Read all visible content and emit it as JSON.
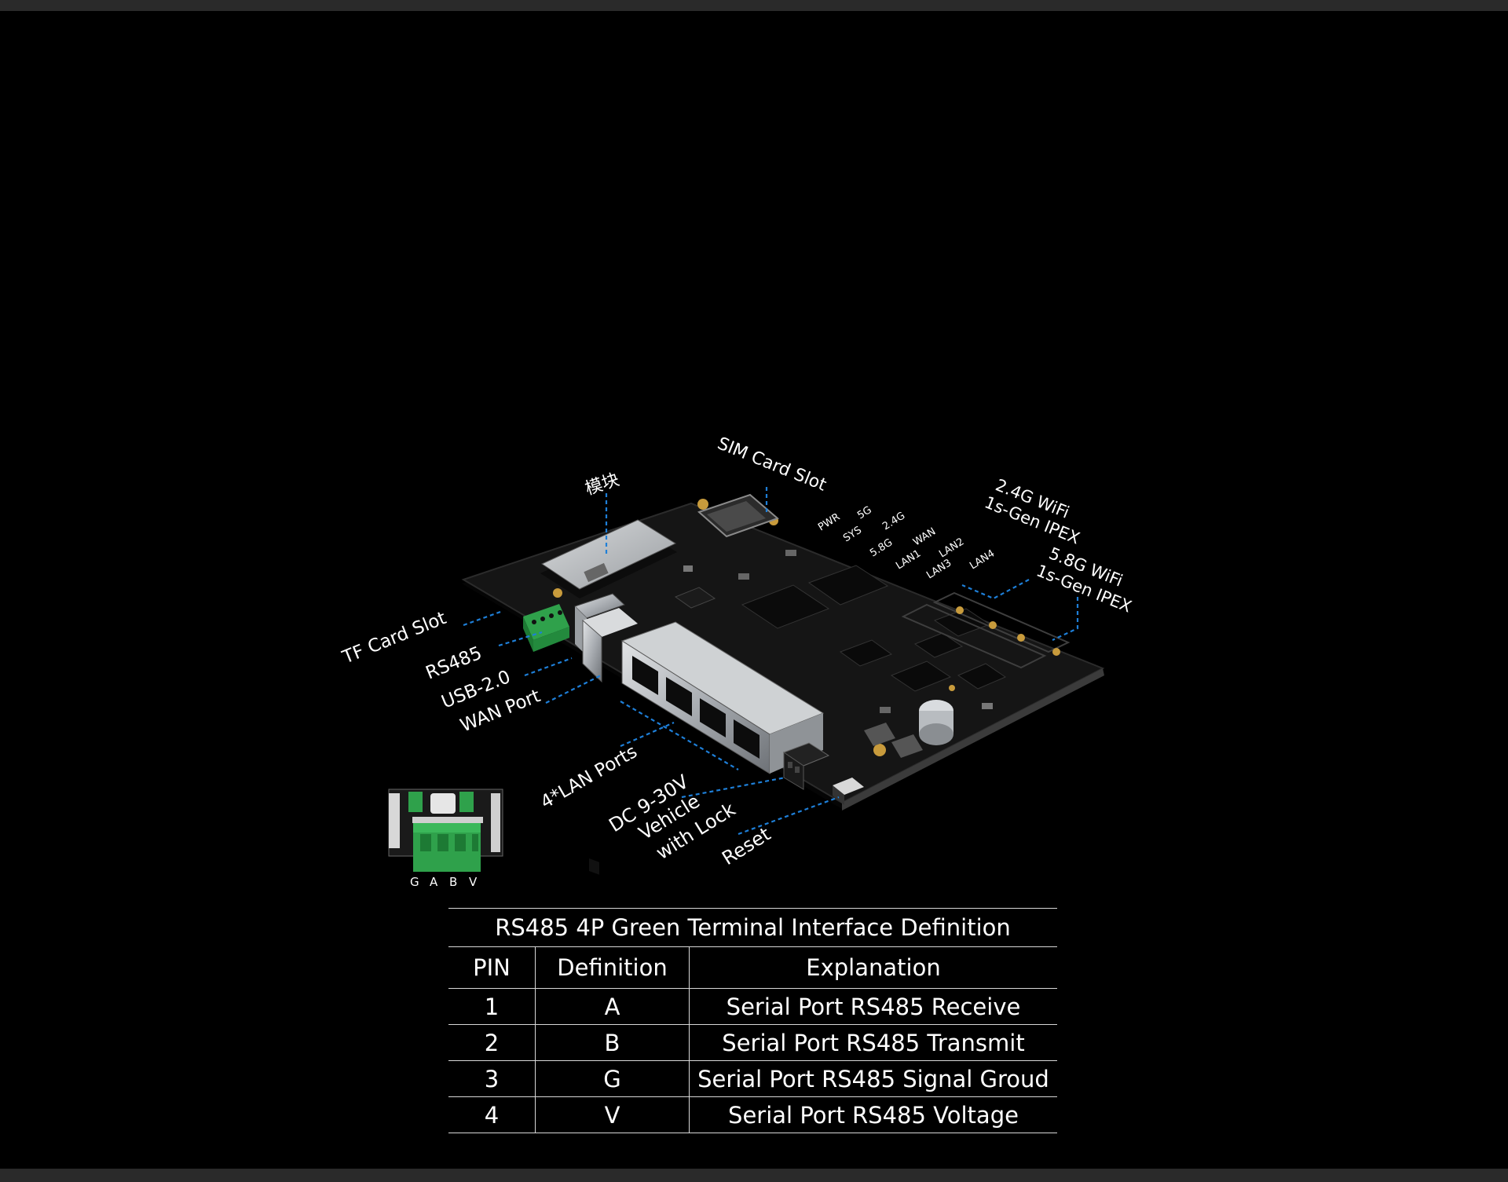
{
  "callouts": {
    "module": "模块",
    "sim_card_slot": "SIM Card Slot",
    "wifi_24": [
      "2.4G WiFi",
      "1s-Gen IPEX"
    ],
    "wifi_58": [
      "5.8G WiFi",
      "1s-Gen IPEX"
    ],
    "tf_card_slot": "TF Card Slot",
    "rs485": "RS485",
    "usb": "USB-2.0",
    "wan_port": "WAN Port",
    "lan_ports": "4*LAN Ports",
    "dc_power": [
      "DC 9-30V",
      "Vehicle",
      "with Lock"
    ],
    "reset": "Reset"
  },
  "board_leds": {
    "row1": [
      "PWR",
      "5G"
    ],
    "row2": [
      "SYS",
      "2.4G"
    ],
    "row3": [
      "5.8G",
      "WAN"
    ],
    "row4": [
      "LAN1",
      "LAN2"
    ],
    "row5": [
      "LAN3",
      "LAN4"
    ]
  },
  "terminal_pins": [
    "G",
    "A",
    "B",
    "V"
  ],
  "table": {
    "title": "RS485 4P Green Terminal Interface Definition",
    "headers": [
      "PIN",
      "Definition",
      "Explanation"
    ],
    "rows": [
      [
        "1",
        "A",
        "Serial Port RS485 Receive"
      ],
      [
        "2",
        "B",
        "Serial Port RS485 Transmit"
      ],
      [
        "3",
        "G",
        "Serial Port RS485 Signal Groud"
      ],
      [
        "4",
        "V",
        "Serial Port RS485 Voltage"
      ]
    ]
  },
  "colors": {
    "background": "#000000",
    "leader_line": "#1e7fd8",
    "pcb": "#141414",
    "terminal_green": "#2fa14b",
    "rj45_metal": "#b9bcc0"
  }
}
